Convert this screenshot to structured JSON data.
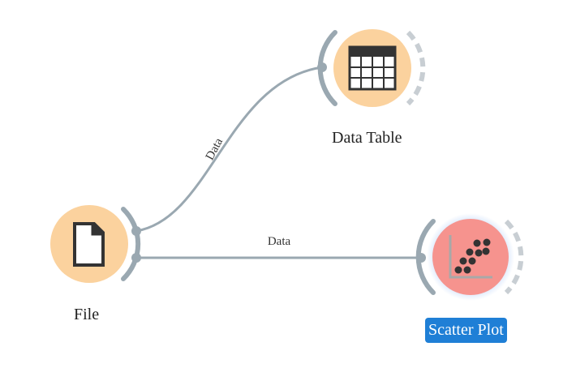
{
  "canvas": {
    "background": "#ffffff"
  },
  "colors": {
    "node_fill": "#fbd29e",
    "node_fill_selected": "#f6938e",
    "node_glow_selected": "#cfe0fb",
    "link": "#9aa8b1",
    "channel_arc": "#9aa8b1",
    "channel_arc_dashed": "#c8ced3",
    "icon": "#333333",
    "selected_label_bg": "#1f7fd6",
    "selected_label_text": "#ffffff"
  },
  "nodes": [
    {
      "id": "file",
      "label": "File",
      "icon": "file-icon",
      "selected": false
    },
    {
      "id": "data-table",
      "label": "Data Table",
      "icon": "table-icon",
      "selected": false
    },
    {
      "id": "scatter-plot",
      "label": "Scatter Plot",
      "icon": "scatter-plot-icon",
      "selected": true
    }
  ],
  "links": [
    {
      "id": "file-to-data-table",
      "from": "file",
      "to": "data-table",
      "label": "Data"
    },
    {
      "id": "file-to-scatter-plot",
      "from": "file",
      "to": "scatter-plot",
      "label": "Data"
    }
  ]
}
